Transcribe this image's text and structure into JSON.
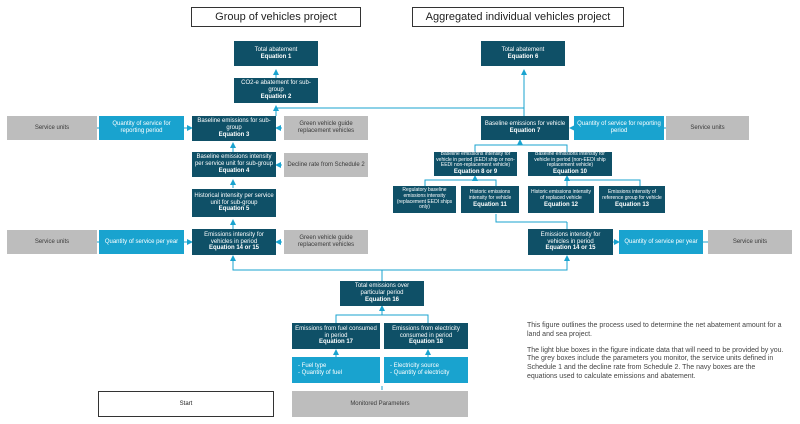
{
  "titles": {
    "group": "Group of vehicles project",
    "aggregated": "Aggregated individual vehicles project"
  },
  "left": {
    "total_abatement": {
      "label": "Total abatement",
      "eq": "Equation 1"
    },
    "co2_abatement": {
      "label": "CO2-e abatement for sub-group",
      "eq": "Equation 2"
    },
    "baseline_emissions": {
      "label": "Baseline emissions for sub-group",
      "eq": "Equation 3"
    },
    "baseline_intensity": {
      "label": "Baseline emissions intensity per service unit for sub-group",
      "eq": "Equation 4"
    },
    "historical_intensity": {
      "label": "Historical intensity per service unit for sub-group",
      "eq": "Equation 5"
    },
    "emissions_intensity_period": {
      "label": "Emissions intensity for vehicles in period",
      "eq": "Equation 14 or 15"
    },
    "service_units_1": "Service units",
    "qty_reporting": "Quantity of service for reporting period",
    "green_guide_1": "Green vehicle guide replacement vehicles",
    "decline_rate": "Decline rate from Schedule 2",
    "service_units_2": "Service units",
    "qty_per_year": "Quantity of service per year",
    "green_guide_2": "Green vehicle guide replacement vehicles"
  },
  "right": {
    "total_abatement": {
      "label": "Total abatement",
      "eq": "Equation 6"
    },
    "baseline_emissions": {
      "label": "Baseline emissions for vehicle",
      "eq": "Equation 7"
    },
    "qty_reporting": "Quantity of service for reporting period",
    "service_units_1": "Service units",
    "intensity_eq89": {
      "label": "Baseline emissions intensity for vehicle in period (EEDI ship or non-EEDI non-replacement vehicle)",
      "eq": "Equation 8 or 9"
    },
    "intensity_eq10": {
      "label": "Baseline emissions intensity for vehicle in period (non-EEDI ship replacement vehicle)",
      "eq": "Equation 10"
    },
    "regulatory": "Regulatory baseline emissions intensity (replacement EEDI ships only)",
    "historic_eq11": {
      "label": "Historic emissions intensity for vehicle",
      "eq": "Equation 11"
    },
    "historic_eq12": {
      "label": "Historic emissions intensity of replaced vehicle",
      "eq": "Equation 12"
    },
    "reference_eq13": {
      "label": "Emissions intensity of reference group for vehicle",
      "eq": "Equation 13"
    },
    "emissions_intensity_period": {
      "label": "Emissions intensity for vehicles in period",
      "eq": "Equation 14 or 15"
    },
    "qty_per_year": "Quantity of service per year",
    "service_units_2": "Service units"
  },
  "bottom": {
    "total_emissions": {
      "label": "Total emissions over particular period",
      "eq": "Equation 16"
    },
    "fuel": {
      "label": "Emissions from fuel consumed in period",
      "eq": "Equation 17"
    },
    "electricity": {
      "label": "Emissions from electricity consumed in period",
      "eq": "Equation 18"
    },
    "fuel_params": [
      "- Fuel type",
      "- Quantity of fuel"
    ],
    "elec_params": [
      "- Electricity source",
      "- Quantity of electricity"
    ],
    "start": "Start",
    "monitored": "Monitored Parameters"
  },
  "description": {
    "p1": "This figure outlines the process used to determine the net abatement amount for a land and sea project.",
    "p2": "The light blue boxes in the figure indicate data that will need to be provided by you. The grey boxes include the parameters you monitor, the service units defined in Schedule 1 and the decline rate from Schedule 2. The navy boxes are the equations used to calculate emissions and abatement."
  },
  "colors": {
    "navy": "#0f5067",
    "light_blue": "#19a3cf",
    "grey": "#bdbdbd"
  }
}
